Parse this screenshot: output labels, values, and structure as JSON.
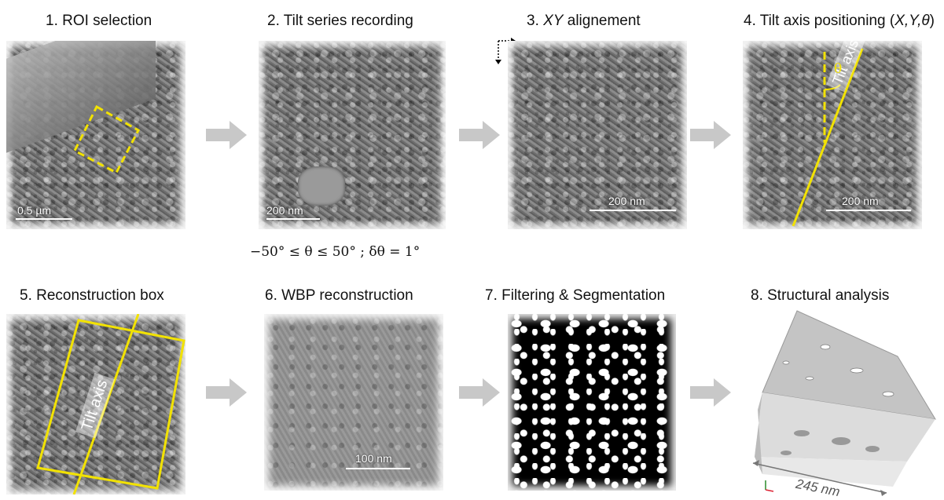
{
  "steps": [
    {
      "label": "1. ROI selection",
      "scale": "0.5 µm"
    },
    {
      "label": "2. Tilt series recording",
      "scale": "200 nm"
    },
    {
      "label_prefix": "3. ",
      "label_italic": "XY",
      "label_suffix": " alignement",
      "scale": "200 nm"
    },
    {
      "label_prefix": "4. Tilt axis positioning (",
      "label_italic": "X,Y,θ",
      "label_suffix": ")",
      "scale": "200 nm",
      "axis_label": "Tilt axis",
      "angle_label": "θ"
    },
    {
      "label": "5. Reconstruction box",
      "axis_label": "Tilt axis"
    },
    {
      "label": "6. WBP reconstruction",
      "scale": "100 nm"
    },
    {
      "label": "7. Filtering & Segmentation"
    },
    {
      "label": "8. Structural analysis",
      "scale": "245 nm"
    }
  ],
  "formula": "−50° ≤ θ ≤ 50° ; δθ = 1°",
  "colors": {
    "highlight": "#f2e200",
    "arrow": "#c8c8c8"
  }
}
